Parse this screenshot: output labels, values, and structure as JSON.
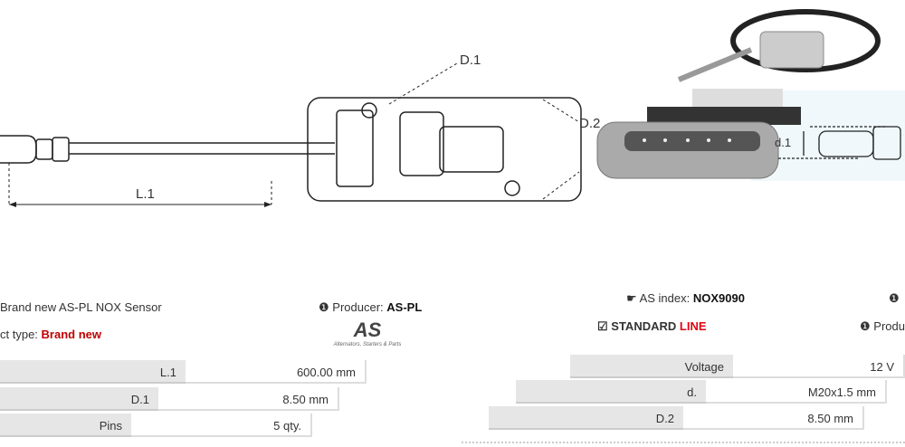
{
  "drawing": {
    "labels": {
      "l1": "L.1",
      "d1": "D.1",
      "d2": "D.2",
      "d": "d.1"
    }
  },
  "left": {
    "description": "Brand new AS-PL NOX Sensor",
    "producer_label": "Producer:",
    "producer_value": "AS-PL",
    "product_type_label": "ct type:",
    "product_type_value": "Brand new",
    "logo_text": "AS",
    "logo_tagline": "Alternators, Starters & Parts",
    "specs": [
      {
        "key": "L.1",
        "value": "600.00 mm"
      },
      {
        "key": "D.1",
        "value": "8.50 mm"
      },
      {
        "key": "Pins",
        "value": "5 qty."
      }
    ]
  },
  "right": {
    "index_label": "AS index:",
    "index_value": "NOX9090",
    "line_label": "STANDARD",
    "line_accent": "LINE",
    "producer_label": "Produ",
    "specs": [
      {
        "key": "Voltage",
        "value": "12 V"
      },
      {
        "key": "d.",
        "value": "M20x1.5 mm"
      },
      {
        "key": "D.2",
        "value": "8.50 mm"
      }
    ]
  },
  "colors": {
    "accent": "#e30613",
    "table_key_bg": "#e6e6e6"
  }
}
